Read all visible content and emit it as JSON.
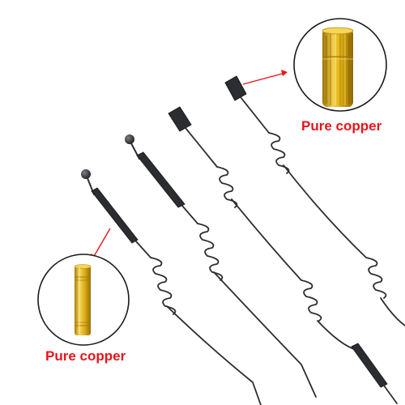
{
  "callouts": {
    "top": {
      "text": "Pure copper"
    },
    "bottom": {
      "text": "Pure copper"
    }
  },
  "colors": {
    "caption": "#e8141b",
    "arrow": "#e8141b",
    "antenna": "#2b2d31",
    "connector_gold": "#d8a80c",
    "connector_gold_dark": "#9c7406",
    "connector_gold_light": "#f6d55a",
    "circle_outline": "#1a1a1a"
  },
  "image": {
    "subject": "rc-antenna-set",
    "antenna_count": 4,
    "detail_icons": [
      "ribbed-copper-connector-icon",
      "smooth-copper-connector-icon"
    ]
  }
}
